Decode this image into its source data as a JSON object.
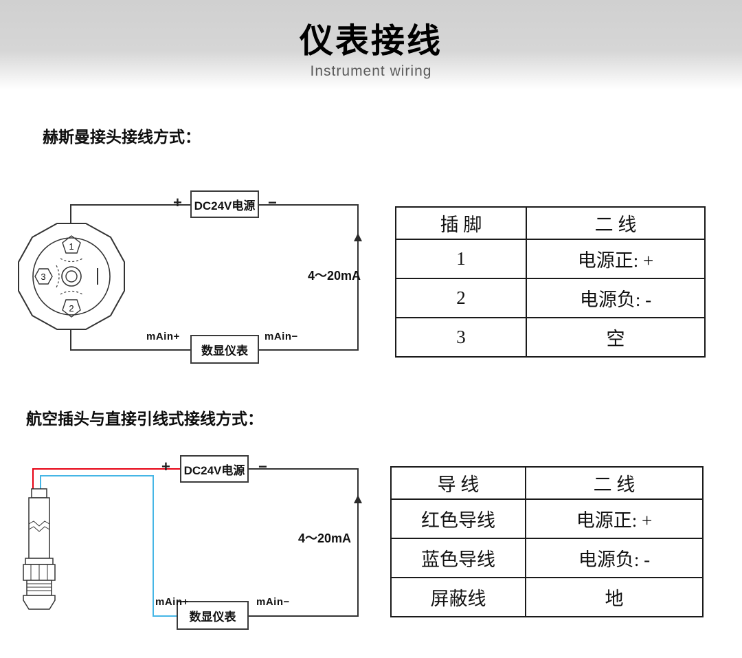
{
  "header": {
    "title": "仪表接线",
    "subtitle": "Instrument wiring"
  },
  "colors": {
    "wire": "#333333",
    "red_wire": "#e60012",
    "blue_wire": "#45b6e6"
  },
  "sections": [
    {
      "heading": "赫斯曼接头接线方式：",
      "power_label": "DC24V电源",
      "meter_label": "数显仪表",
      "plus": "+",
      "minus": "−",
      "main_plus": "mAin+",
      "main_minus": "mAin−",
      "current": "4～20mA",
      "pins": [
        "1",
        "2",
        "3"
      ],
      "table": {
        "headers": [
          "插 脚",
          "二 线"
        ],
        "rows": [
          [
            "1",
            "电源正: +"
          ],
          [
            "2",
            "电源负: -"
          ],
          [
            "3",
            "空"
          ]
        ]
      }
    },
    {
      "heading": "航空插头与直接引线式接线方式：",
      "power_label": "DC24V电源",
      "meter_label": "数显仪表",
      "plus": "+",
      "minus": "−",
      "main_plus": "mAin+",
      "main_minus": "mAin−",
      "current": "4～20mA",
      "table": {
        "headers": [
          "导 线",
          "二 线"
        ],
        "rows": [
          [
            "红色导线",
            "电源正: +"
          ],
          [
            "蓝色导线",
            "电源负: -"
          ],
          [
            "屏蔽线",
            "地"
          ]
        ]
      }
    }
  ]
}
